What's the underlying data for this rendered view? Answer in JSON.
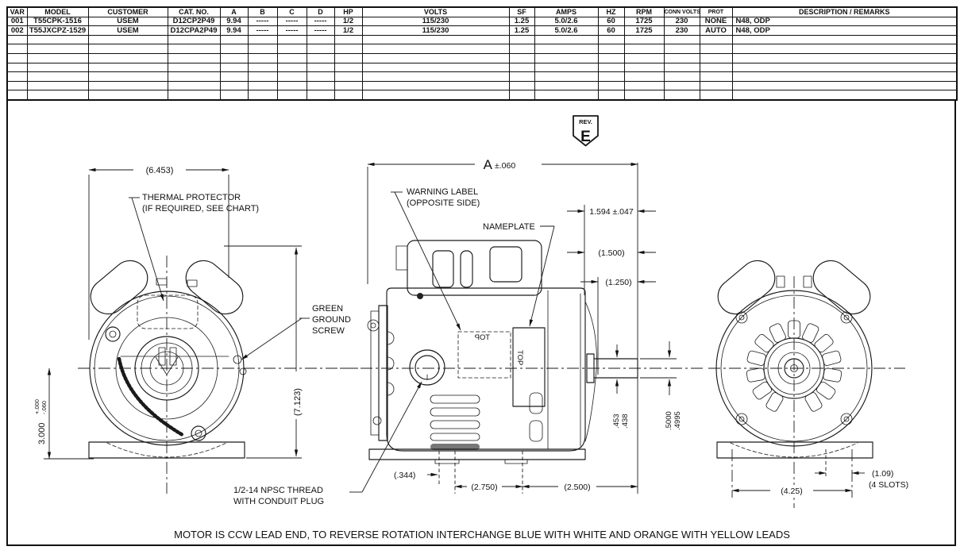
{
  "table": {
    "columns": [
      "VAR",
      "MODEL",
      "CUSTOMER",
      "CAT. NO.",
      "A",
      "B",
      "C",
      "D",
      "HP",
      "VOLTS",
      "SF",
      "AMPS",
      "HZ",
      "RPM",
      "CONN VOLTS",
      "PROT",
      "DESCRIPTION / REMARKS"
    ],
    "rows": [
      [
        "001",
        "T55CPK-1516",
        "USEM",
        "D12CP2P49",
        "9.94",
        "-----",
        "-----",
        "-----",
        "1/2",
        "115/230",
        "1.25",
        "5.0/2.6",
        "60",
        "1725",
        "230",
        "NONE",
        "N48, ODP"
      ],
      [
        "002",
        "T55JXCPZ-1529",
        "USEM",
        "D12CPA2P49",
        "9.94",
        "-----",
        "-----",
        "-----",
        "1/2",
        "115/230",
        "1.25",
        "5.0/2.6",
        "60",
        "1725",
        "230",
        "AUTO",
        "N48, ODP"
      ]
    ],
    "empty_row_count": 7
  },
  "rev": {
    "label": "REV.",
    "value": "E"
  },
  "dims": {
    "front_width": "(6.453)",
    "front_base": "3.000",
    "front_base_tp": "+.000",
    "front_base_tm": "-.060",
    "front_height": "(7.123)",
    "side_len_a": "A",
    "side_len_tol": "±.060",
    "shaft_ext": "1.594 ±.047",
    "d1500": "(1.500)",
    "d1250": "(1.250)",
    "flat1": ".453",
    "flat2": ".438",
    "dia1": ".5000",
    "dia2": ".4995",
    "d344": "(.344)",
    "d2750": "(2.750)",
    "d2500": "(2.500)",
    "rear_mount": "(4.25)",
    "slot_w": "(1.09)",
    "slot_n": "(4 SLOTS)"
  },
  "labels": {
    "thermal1": "THERMAL PROTECTOR",
    "thermal2": "(IF REQUIRED, SEE CHART)",
    "warning1": "WARNING LABEL",
    "warning2": "(OPPOSITE SIDE)",
    "nameplate": "NAMEPLATE",
    "ground1": "GREEN",
    "ground2": "GROUND",
    "ground3": "SCREW",
    "conduit1": "1/2-14 NPSC THREAD",
    "conduit2": "WITH CONDUIT PLUG",
    "top": "TOP"
  },
  "note": "MOTOR IS CCW LEAD END, TO REVERSE ROTATION INTERCHANGE BLUE WITH WHITE AND ORANGE WITH YELLOW LEADS",
  "colors": {
    "line": "#1a1a1a",
    "background": "#ffffff"
  }
}
